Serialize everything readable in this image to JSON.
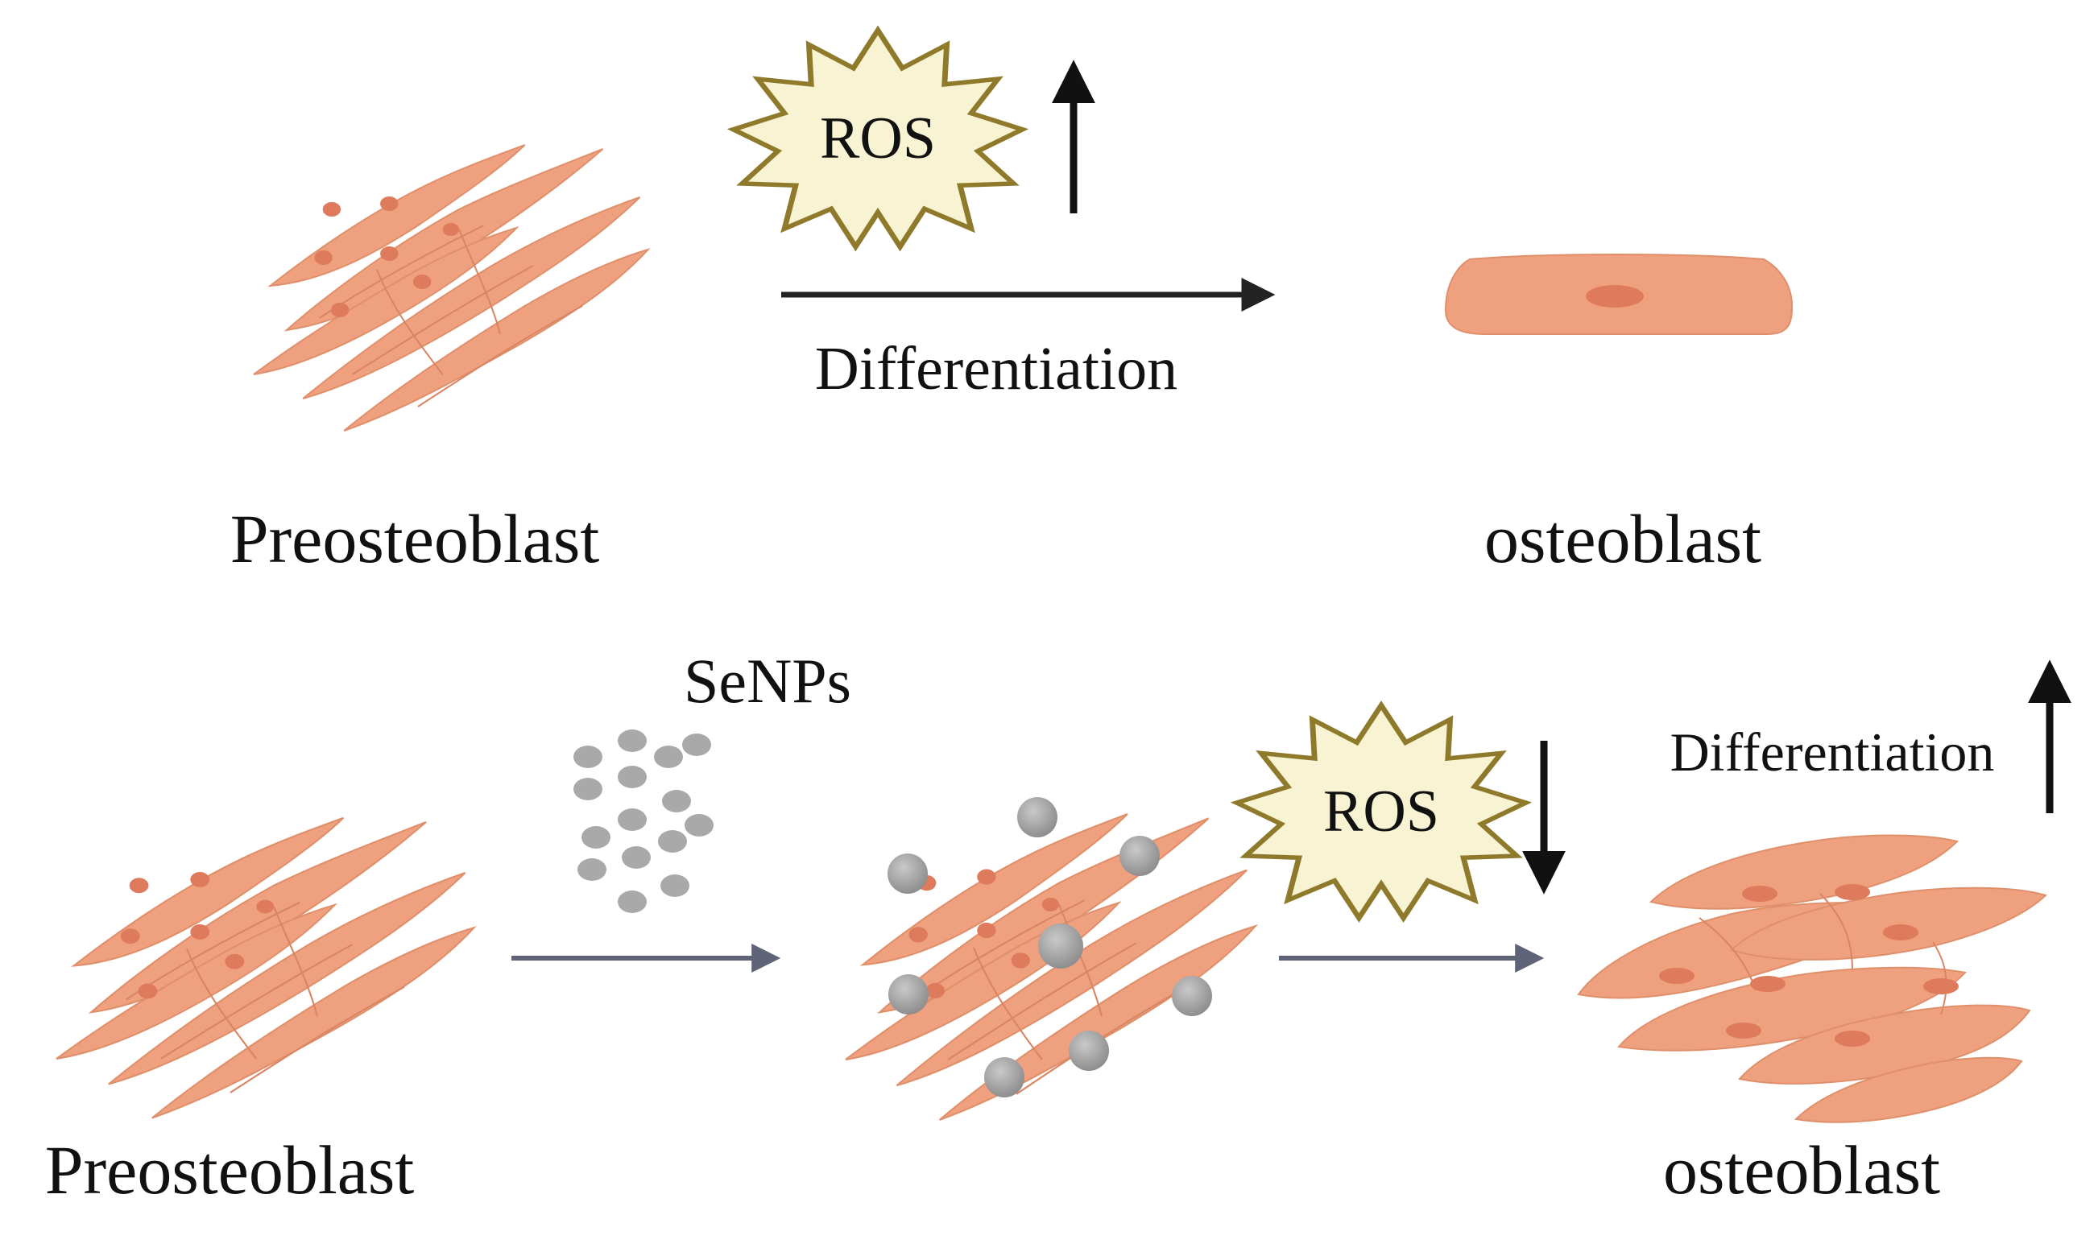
{
  "top_row": {
    "start_label": "Preosteoblast",
    "end_label": "osteoblast",
    "process_label": "Differentiation",
    "ros_label": "ROS",
    "ros_direction": "up"
  },
  "bottom_row": {
    "start_label": "Preosteoblast",
    "treatment_label": "SeNPs",
    "ros_label": "ROS",
    "ros_direction": "down",
    "process_label": "Differentiation",
    "process_direction": "up",
    "end_label": "osteoblast"
  },
  "colors": {
    "cell_fill": "#EFA07E",
    "nucleus": "#DE7B5C",
    "ros_burst_fill": "#F8F3D2",
    "ros_burst_stroke": "#8F7A2C",
    "nanoparticle": "#A9A9A9",
    "arrow_dark": "#222222",
    "arrow_slate": "#5E6377"
  }
}
